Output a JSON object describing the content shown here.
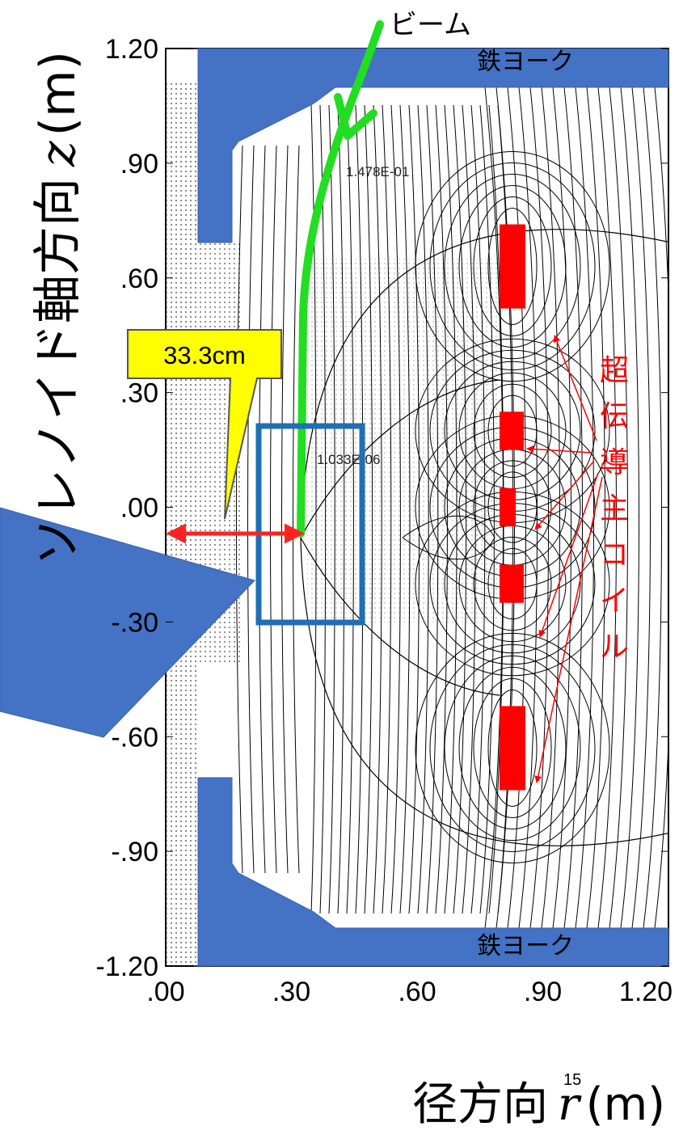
{
  "y_axis": {
    "label_prefix": "ソレノイド軸方向",
    "label_var": "z",
    "label_unit": "(m)",
    "ticks": [
      "1.20",
      ".90",
      ".60",
      ".30",
      ".00",
      "-.30",
      "-.60",
      "-.90",
      "-1.20"
    ]
  },
  "x_axis": {
    "label_prefix": "径方向",
    "label_var": "r",
    "label_unit": "(m)",
    "ticks": [
      ".00",
      ".30",
      ".60",
      ".90",
      "1.20"
    ]
  },
  "labels": {
    "beam": "ビーム",
    "yoke_top": "鉄ヨーク",
    "yoke_bottom": "鉄ヨーク",
    "coil": "超伝導主コイル",
    "callout": "33.3cm",
    "contour_high": "1.478E-01",
    "contour_low": "1.033E-06",
    "page_number": "15"
  },
  "coils_z": [
    [
      0.52,
      0.74
    ],
    [
      0.15,
      0.25
    ],
    [
      -0.05,
      0.05
    ],
    [
      -0.25,
      -0.15
    ],
    [
      -0.74,
      -0.52
    ]
  ],
  "colors": {
    "yoke": "#4472c4",
    "coil": "#ff0000",
    "beam": "#22dd22",
    "callout": "#ffff00",
    "box": "#1f6fb5",
    "arrow": "#ff0000"
  }
}
